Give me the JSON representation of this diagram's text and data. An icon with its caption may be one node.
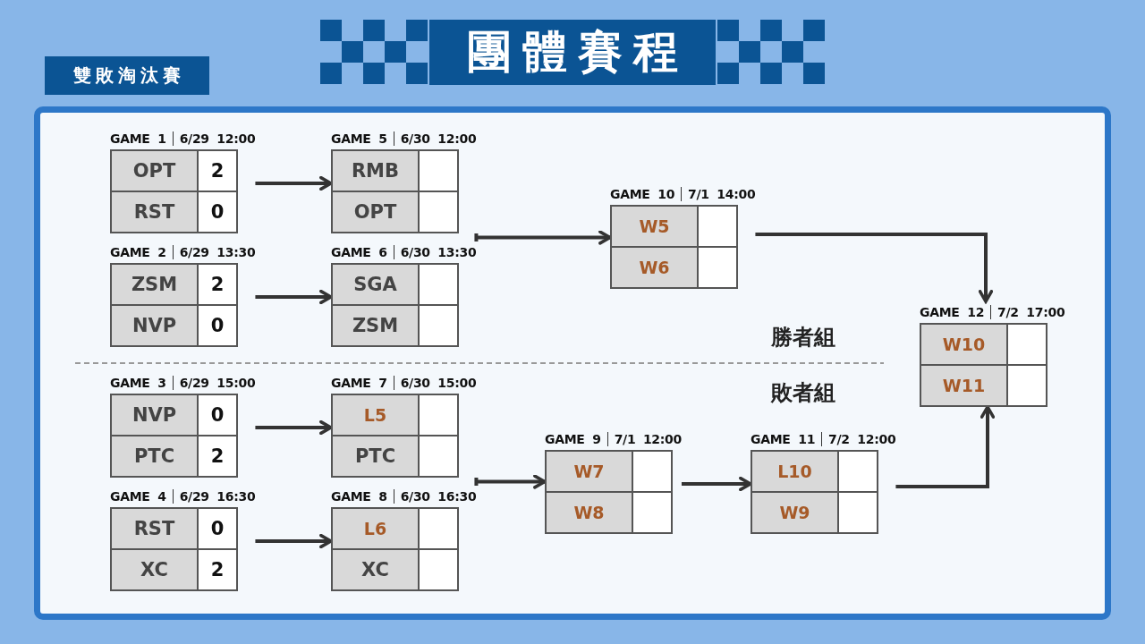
{
  "diagram": {
    "title": "團體賽程",
    "nodes": [
      {
        "text": [
          "GAME 1",
          "6/29 12:00",
          "OPT",
          "2",
          "RST",
          "0"
        ]
      },
      {
        "text": [
          "GAME 2",
          "6/29 13:30",
          "ZSM",
          "2",
          "NVP",
          "0"
        ]
      },
      {
        "text": [
          "GAME 3",
          "6/29 15:00",
          "NVP",
          "0",
          "PTC",
          "2"
        ]
      },
      {
        "text": [
          "GAME 4",
          "6/29 16:30",
          "RST",
          "0",
          "XC",
          "2"
        ]
      },
      {
        "text": [
          "GAME 5",
          "6/30 12:00",
          "RMB",
          "OPT"
        ]
      },
      {
        "text": [
          "GAME 6",
          "6/30 13:30",
          "SGA",
          "ZSM"
        ]
      },
      {
        "text": [
          "GAME 7",
          "6/30 15:00",
          "L5",
          "PTC"
        ]
      },
      {
        "text": [
          "GAME 8",
          "6/30 16:30",
          "L6",
          "XC"
        ]
      },
      {
        "text": [
          "GAME 9",
          "7/1 12:00",
          "W7",
          "W8"
        ]
      },
      {
        "text": [
          "GAME 10",
          "7/1 14:00",
          "W5",
          "W6"
        ]
      },
      {
        "text": [
          "GAME 11",
          "7/2 12:00",
          "L10",
          "W9"
        ]
      },
      {
        "text": [
          "GAME 12",
          "7/2 17:00",
          "W10",
          "W11"
        ]
      }
    ],
    "edges": [
      {
        "from": 0,
        "to": 4,
        "arrow": "to"
      },
      {
        "from": 1,
        "to": 5,
        "arrow": "to"
      },
      {
        "from": 2,
        "to": 6,
        "arrow": "to"
      },
      {
        "from": 3,
        "to": 7,
        "arrow": "to"
      },
      {
        "from": 4,
        "to": 9,
        "arrow": "to"
      },
      {
        "from": 5,
        "to": 9,
        "arrow": "to"
      },
      {
        "from": 6,
        "to": 8,
        "arrow": "to"
      },
      {
        "from": 7,
        "to": 8,
        "arrow": "to"
      },
      {
        "from": 8,
        "to": 10,
        "arrow": "to"
      },
      {
        "from": 9,
        "to": 11,
        "arrow": "to"
      },
      {
        "from": 10,
        "to": 11,
        "arrow": "to"
      }
    ],
    "labels": [
      "雙敗淘汰賽",
      "勝者組",
      "敗者組"
    ]
  }
}
